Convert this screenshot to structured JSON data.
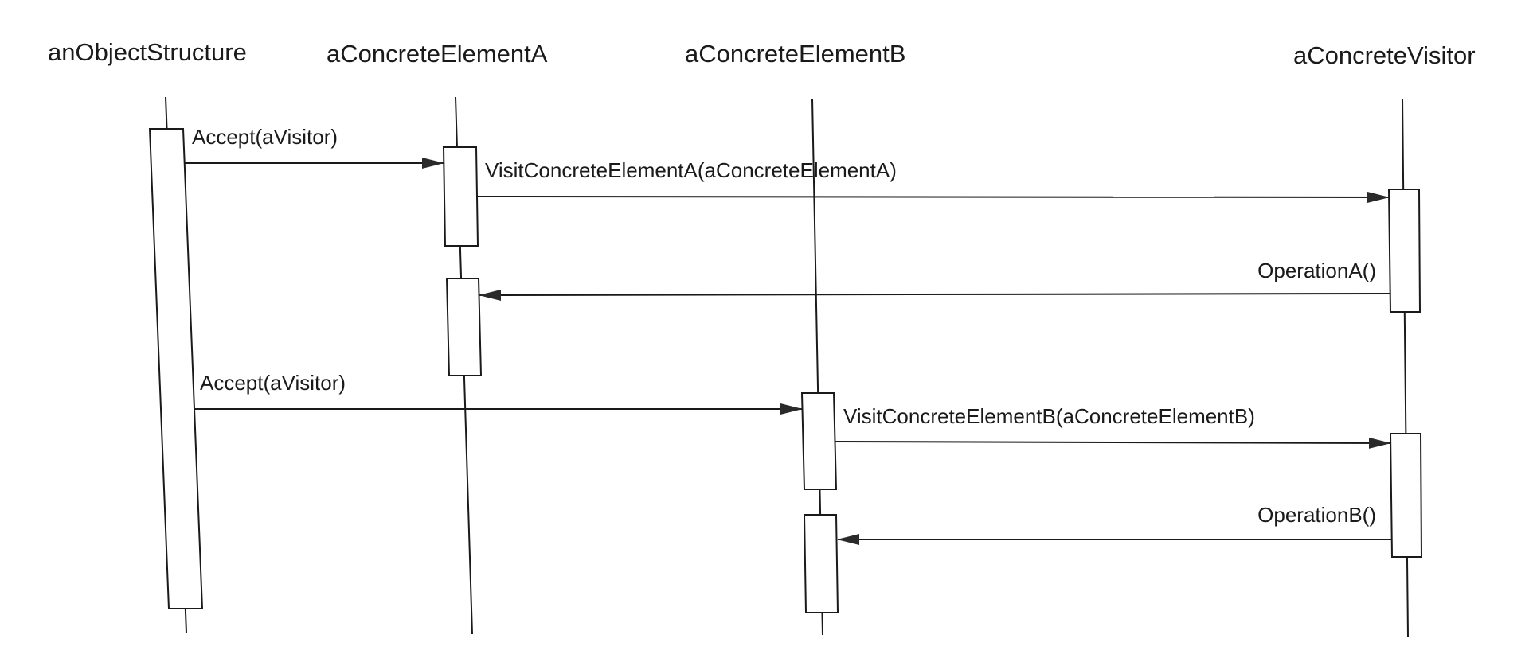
{
  "participants": [
    {
      "name": "anObjectStructure"
    },
    {
      "name": "aConcreteElementA"
    },
    {
      "name": "aConcreteElementB"
    },
    {
      "name": "aConcreteVisitor"
    }
  ],
  "messages": [
    {
      "from": "anObjectStructure",
      "to": "aConcreteElementA",
      "label": "Accept(aVisitor)"
    },
    {
      "from": "aConcreteElementA",
      "to": "aConcreteVisitor",
      "label": "VisitConcreteElementA(aConcreteElementA)"
    },
    {
      "from": "aConcreteVisitor",
      "to": "aConcreteElementA",
      "label": "OperationA()"
    },
    {
      "from": "anObjectStructure",
      "to": "aConcreteElementB",
      "label": "Accept(aVisitor)"
    },
    {
      "from": "aConcreteElementB",
      "to": "aConcreteVisitor",
      "label": "VisitConcreteElementB(aConcreteElementB)"
    },
    {
      "from": "aConcreteVisitor",
      "to": "aConcreteElementB",
      "label": "OperationB()"
    }
  ]
}
